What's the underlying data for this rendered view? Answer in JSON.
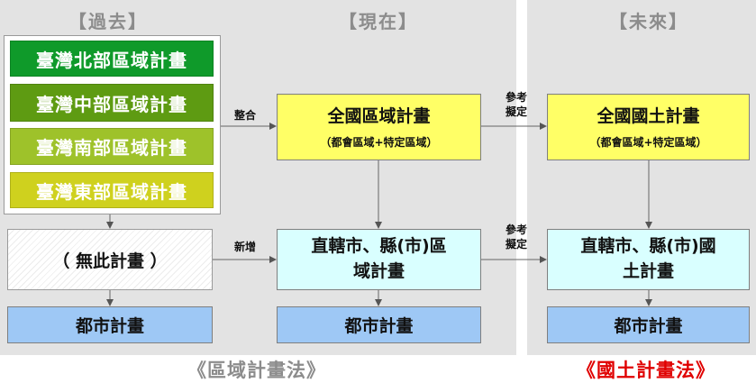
{
  "headings": {
    "past": "【過去】",
    "present": "【現在】",
    "future": "【未來】"
  },
  "past": {
    "regions": [
      {
        "label": "臺灣北部區域計畫",
        "color": "#0f9a2a"
      },
      {
        "label": "臺灣中部區域計畫",
        "color": "#5e9b12"
      },
      {
        "label": "臺灣南部區域計畫",
        "color": "#9ec22a"
      },
      {
        "label": "臺灣東部區域計畫",
        "color": "#cfd11e"
      }
    ],
    "none_plan": "（ 無此計畫 ）",
    "urban_plan": "都市計畫"
  },
  "present": {
    "national_title": "全國區域計畫",
    "national_sub": "（都會區域+特定區域）",
    "local_line1": "直轄市、縣(市)區",
    "local_line2": "域計畫",
    "urban_plan": "都市計畫",
    "law": "《區域計畫法》"
  },
  "future": {
    "national_title": "全國國土計畫",
    "national_sub": "（都會區域+特定區域）",
    "local_line1": "直轄市、縣(市)國",
    "local_line2": "土計畫",
    "urban_plan": "都市計畫",
    "law": "《國土計畫法》"
  },
  "arrow_labels": {
    "integrate": "整合",
    "add": "新增",
    "ref_top_1": "參考",
    "ref_top_2": "擬定",
    "ref_mid_1": "參考",
    "ref_mid_2": "擬定"
  },
  "colors": {
    "panel": "#e3e3e3",
    "heading": "#8c8c8c",
    "law_present": "#8c8c8c",
    "law_future": "#e00000"
  }
}
